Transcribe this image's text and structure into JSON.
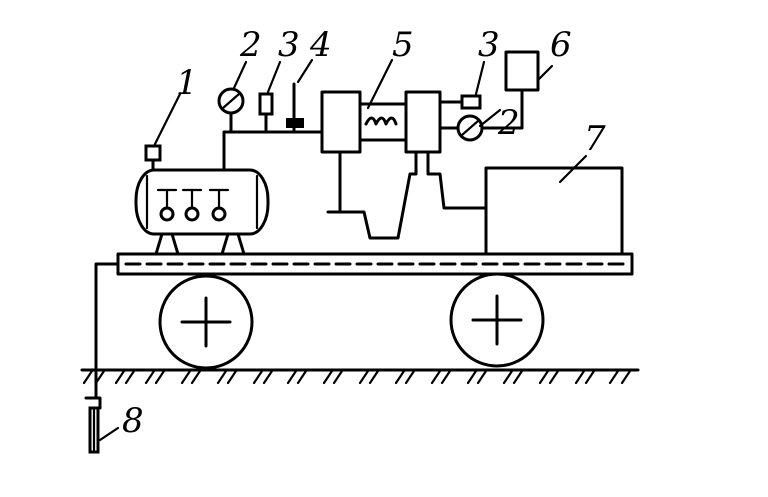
{
  "labels": {
    "l1": "1",
    "l2a": "2",
    "l3a": "3",
    "l4": "4",
    "l5": "5",
    "l3b": "3",
    "l6": "6",
    "l2b": "2",
    "l7": "7",
    "l8": "8"
  }
}
